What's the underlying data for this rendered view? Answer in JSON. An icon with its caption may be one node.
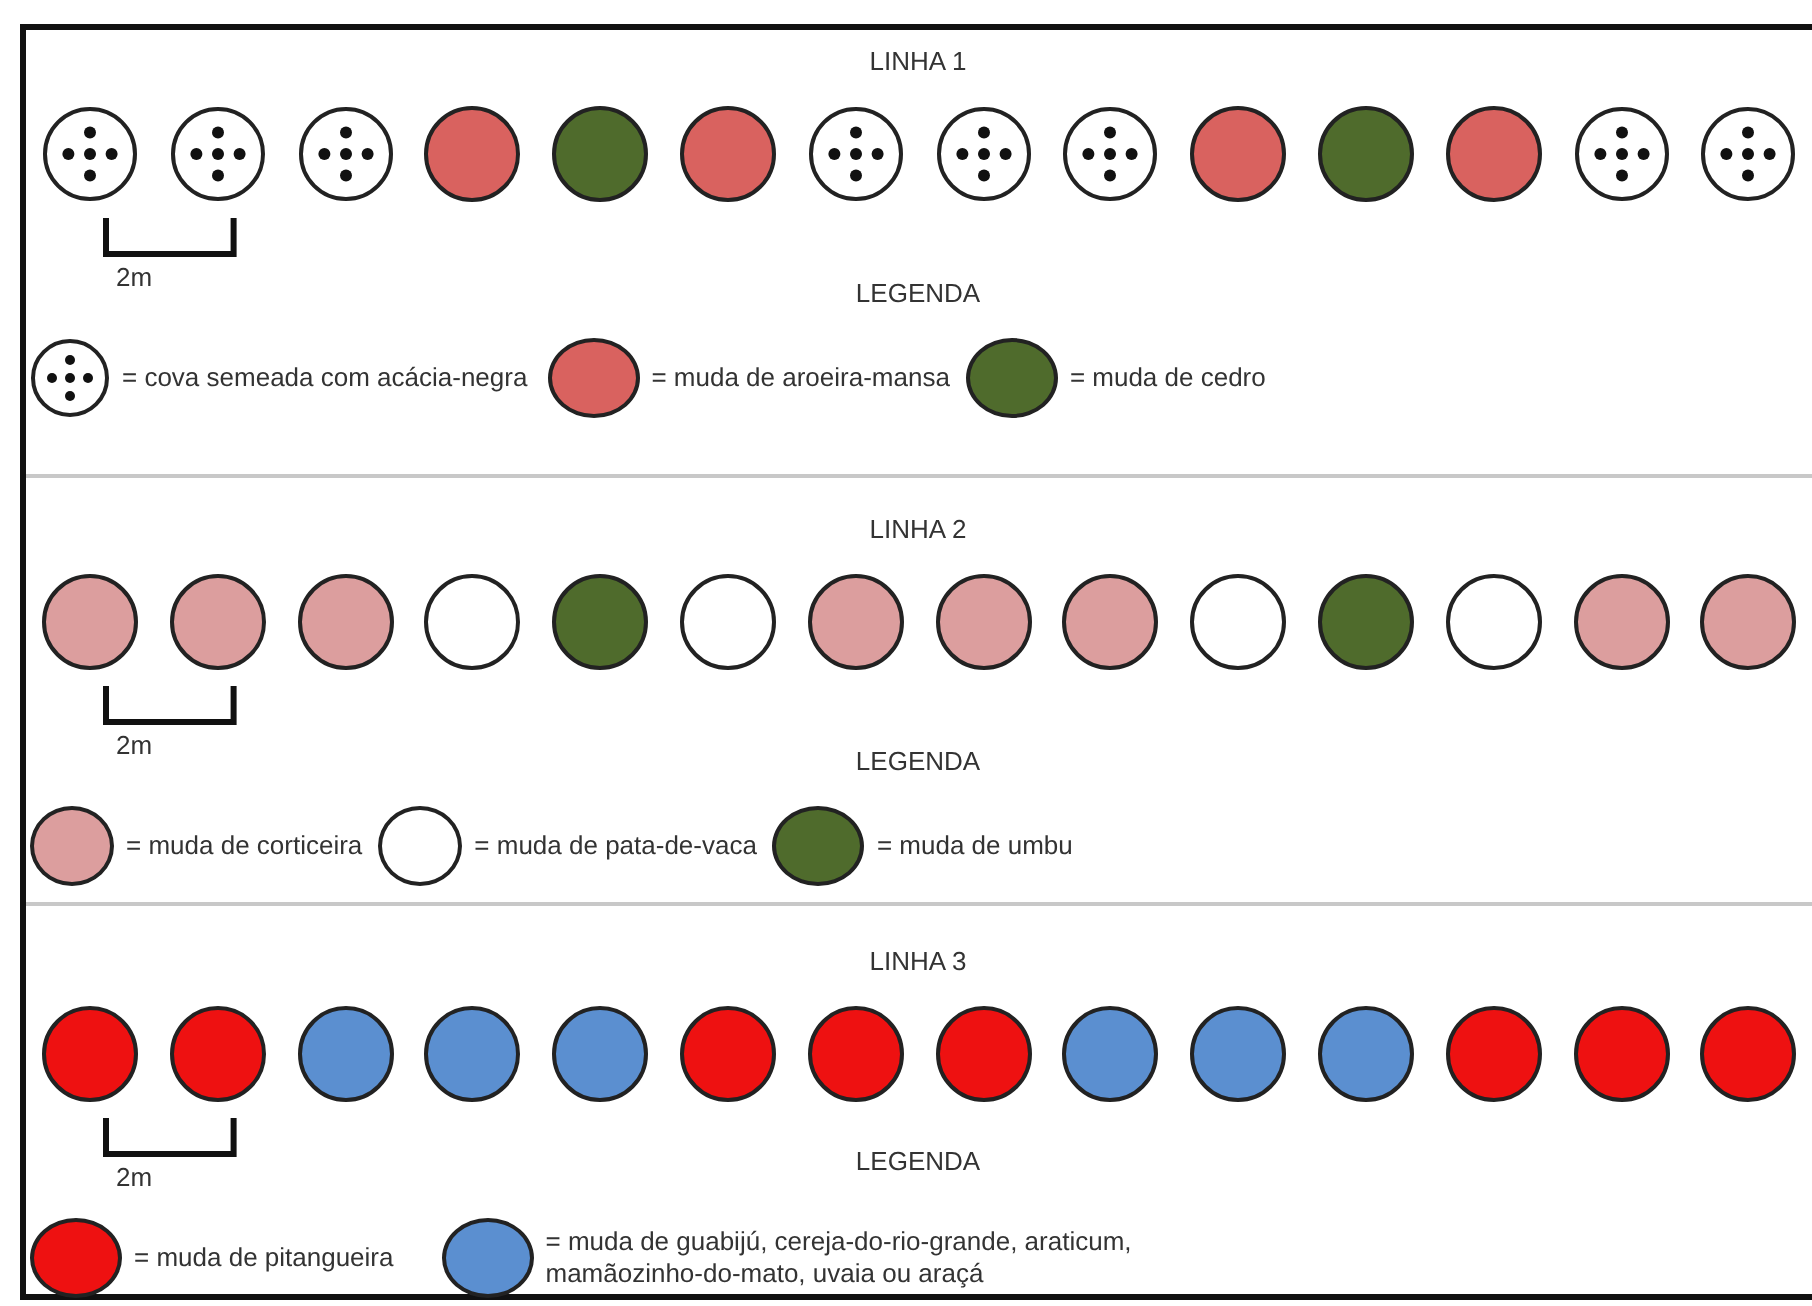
{
  "diagram": {
    "labels": [
      "LINHA 1",
      "2m",
      "LEGENDA",
      "LINHA 2",
      "2m",
      "LEGENDA",
      "LINHA 3",
      "2m",
      "LEGENDA"
    ],
    "legend": [
      {
        "text": "= cova semeada com acácia-negra"
      },
      {
        "text": "= muda de aroeira-mansa",
        "color": "#d9625f"
      },
      {
        "text": "= muda de cedro",
        "color": "#4f6b2c"
      },
      {
        "text": "= muda de corticeira",
        "color": "#dc9e9e"
      },
      {
        "text": "= muda de pata-de-vaca",
        "color": "#ffffff"
      },
      {
        "text": "= muda de umbu",
        "color": "#4f6b2c"
      },
      {
        "text": "= muda de pitangueira",
        "color": "#ee1111"
      },
      {
        "text": "= muda de guabijú, cereja-do-rio-grande, araticum, mamãozinho-do-mato, uvaia ou araçá",
        "color": "#5b8fd0"
      }
    ]
  }
}
